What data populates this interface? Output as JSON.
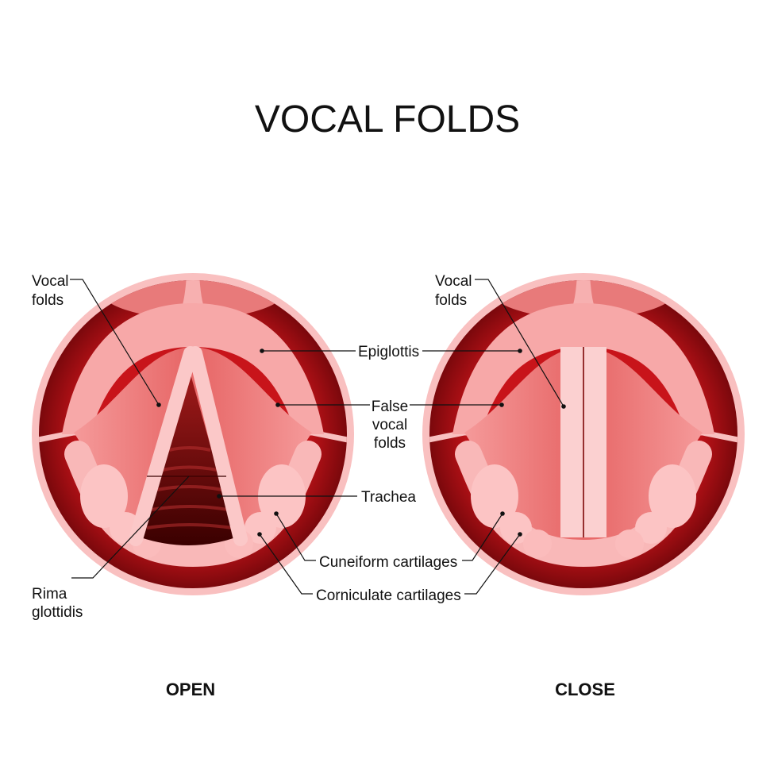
{
  "title": "VOCAL FOLDS",
  "labels": {
    "vocal_folds_left": [
      "Vocal",
      "folds"
    ],
    "vocal_folds_right": [
      "Vocal",
      "folds"
    ],
    "epiglottis": "Epiglottis",
    "false_vocal_folds": [
      "False",
      "vocal",
      "folds"
    ],
    "trachea": "Trachea",
    "cuneiform": "Cuneiform cartilages",
    "corniculate": "Corniculate cartilages",
    "rima_glottidis": [
      "Rima",
      "glottidis"
    ]
  },
  "captions": {
    "open": "OPEN",
    "close": "CLOSE"
  },
  "colors": {
    "dark_red": "#b01015",
    "ring": "#f9c0c0",
    "epiglottis": "#f7a8a8",
    "false_folds": "#f28a8a",
    "vocal_folds": "#fbd0d0"
  }
}
